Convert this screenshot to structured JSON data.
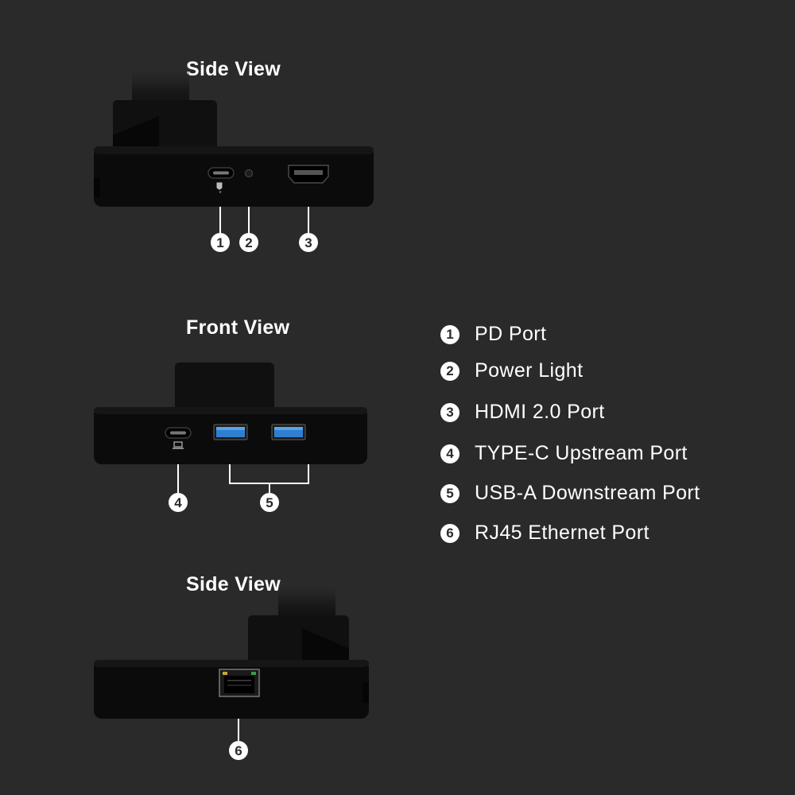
{
  "views": [
    {
      "title": "Side View",
      "callouts": [
        "1",
        "2",
        "3"
      ]
    },
    {
      "title": "Front View",
      "callouts": [
        "4",
        "5"
      ]
    },
    {
      "title": "Side View",
      "callouts": [
        "6"
      ]
    }
  ],
  "legend": [
    {
      "num": "1",
      "label": "PD Port"
    },
    {
      "num": "2",
      "label": "Power Light"
    },
    {
      "num": "3",
      "label": "HDMI 2.0 Port"
    },
    {
      "num": "4",
      "label": "TYPE-C Upstream Port"
    },
    {
      "num": "5",
      "label": "USB-A Downstream Port"
    },
    {
      "num": "6",
      "label": "RJ45 Ethernet Port"
    }
  ],
  "colors": {
    "background": "#2a2a2a",
    "device": "#0b0b0b",
    "text": "#ffffff",
    "usb_port_blue": "#2f7fd0"
  }
}
